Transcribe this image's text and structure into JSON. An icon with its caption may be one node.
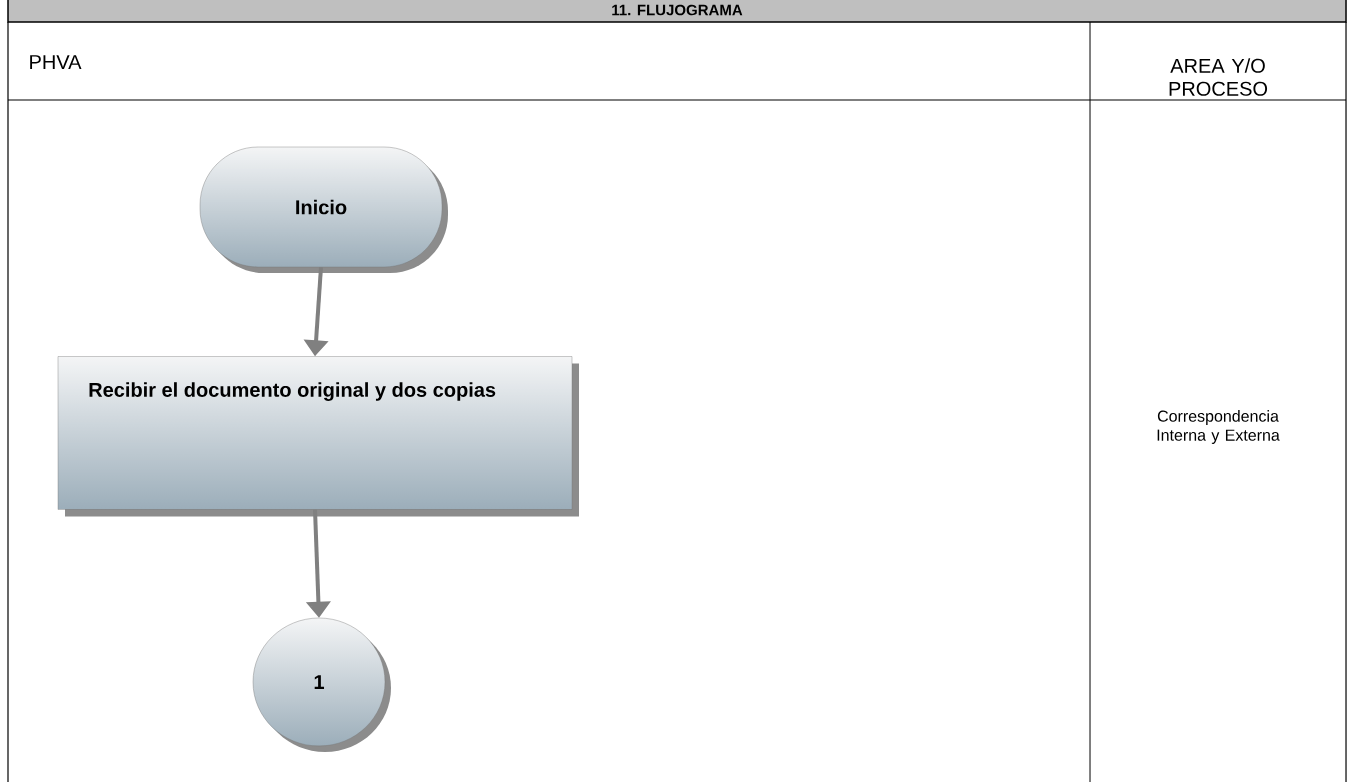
{
  "diagram": {
    "title": "11. FLUJOGRAMA",
    "nodes": [
      {
        "text": [
          "Inicio"
        ]
      },
      {
        "text": [
          "Recibir el documento original y dos copias"
        ]
      },
      {
        "text": [
          "1"
        ]
      }
    ],
    "edges": [
      {
        "from": 0,
        "to": 1,
        "arrow": "to"
      },
      {
        "from": 1,
        "to": 2,
        "arrow": "to"
      }
    ],
    "labels": [
      "PHVA",
      "AREA Y/O PROCESO",
      "Correspondencia Interna y Externa"
    ]
  }
}
